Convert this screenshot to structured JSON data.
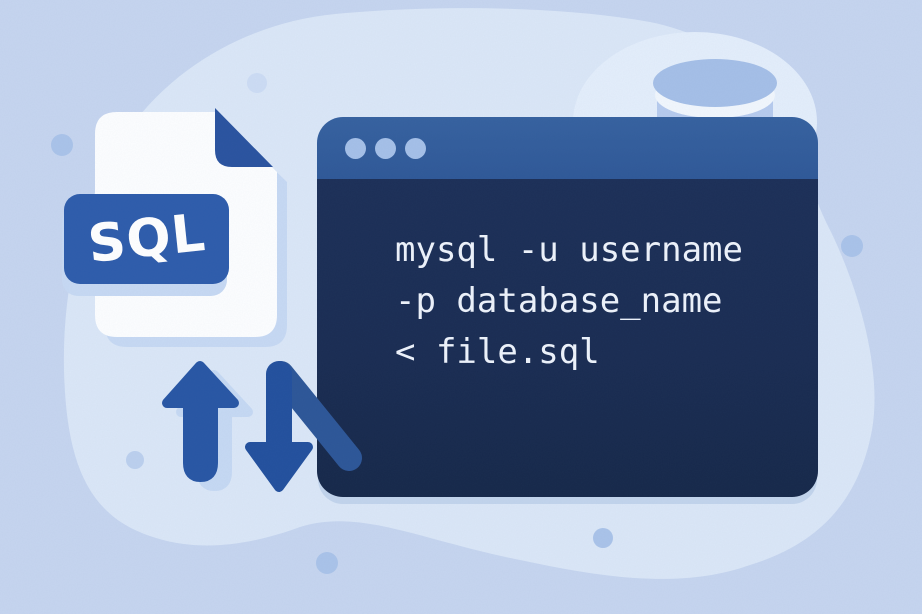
{
  "illustration": {
    "file_icon": {
      "label": "SQL"
    },
    "terminal": {
      "lines": [
        "mysql -u username",
        "-p database_name",
        "< file.sql"
      ]
    }
  },
  "palette": {
    "bg_base": "#c6d5ef",
    "blob": "#dbe7f7",
    "dome": "#e4eefb",
    "dot_dark": "#aac3e9",
    "dot_mid": "#bcd0ee",
    "dot_light": "#cddcf4",
    "doc_white": "#fdfeff",
    "doc_shadow": "#c7d9f3",
    "fold": "#2a539f",
    "badge_bg": "#2e5cab",
    "badge_text": "#ffffff",
    "arrow_up": "#2856a4",
    "arrow_shadow": "#c6d9f3",
    "arrow_down": "#23509d",
    "diagonal": "#2d5697",
    "titlebar": "#2f5897",
    "titlebar_top": "#36619f",
    "titlebar_dot": "#a5c0e8",
    "win_body": "#1a2c52",
    "win_shadow": "#c2d4ec",
    "term_text": "#eef3fb",
    "cyl_top": "#a5bfe7",
    "cyl_rim": "#f2f7fd",
    "cyl_body": "#b7cbee"
  }
}
